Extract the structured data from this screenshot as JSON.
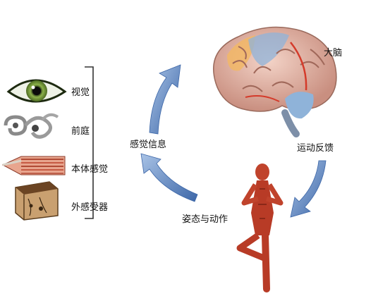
{
  "senses": [
    {
      "label": "视觉",
      "icon": "eye-icon"
    },
    {
      "label": "前庭",
      "icon": "inner-ear-icon"
    },
    {
      "label": "本体感觉",
      "icon": "muscle-icon"
    },
    {
      "label": "外感受器",
      "icon": "skin-receptor-icon"
    }
  ],
  "cycle": {
    "sensory_info": "感觉信息",
    "brain": "大脑",
    "motor_feedback": "运动反馈",
    "posture_action": "姿态与动作"
  },
  "colors": {
    "arrow": "#5b86c4",
    "arrow_dark": "#3d67a8",
    "bracket": "#333333",
    "brain_pink": "#e7b8a8",
    "brain_orange": "#f2b766",
    "brain_blue": "#8fb3d9",
    "muscle": "#c0432c"
  }
}
